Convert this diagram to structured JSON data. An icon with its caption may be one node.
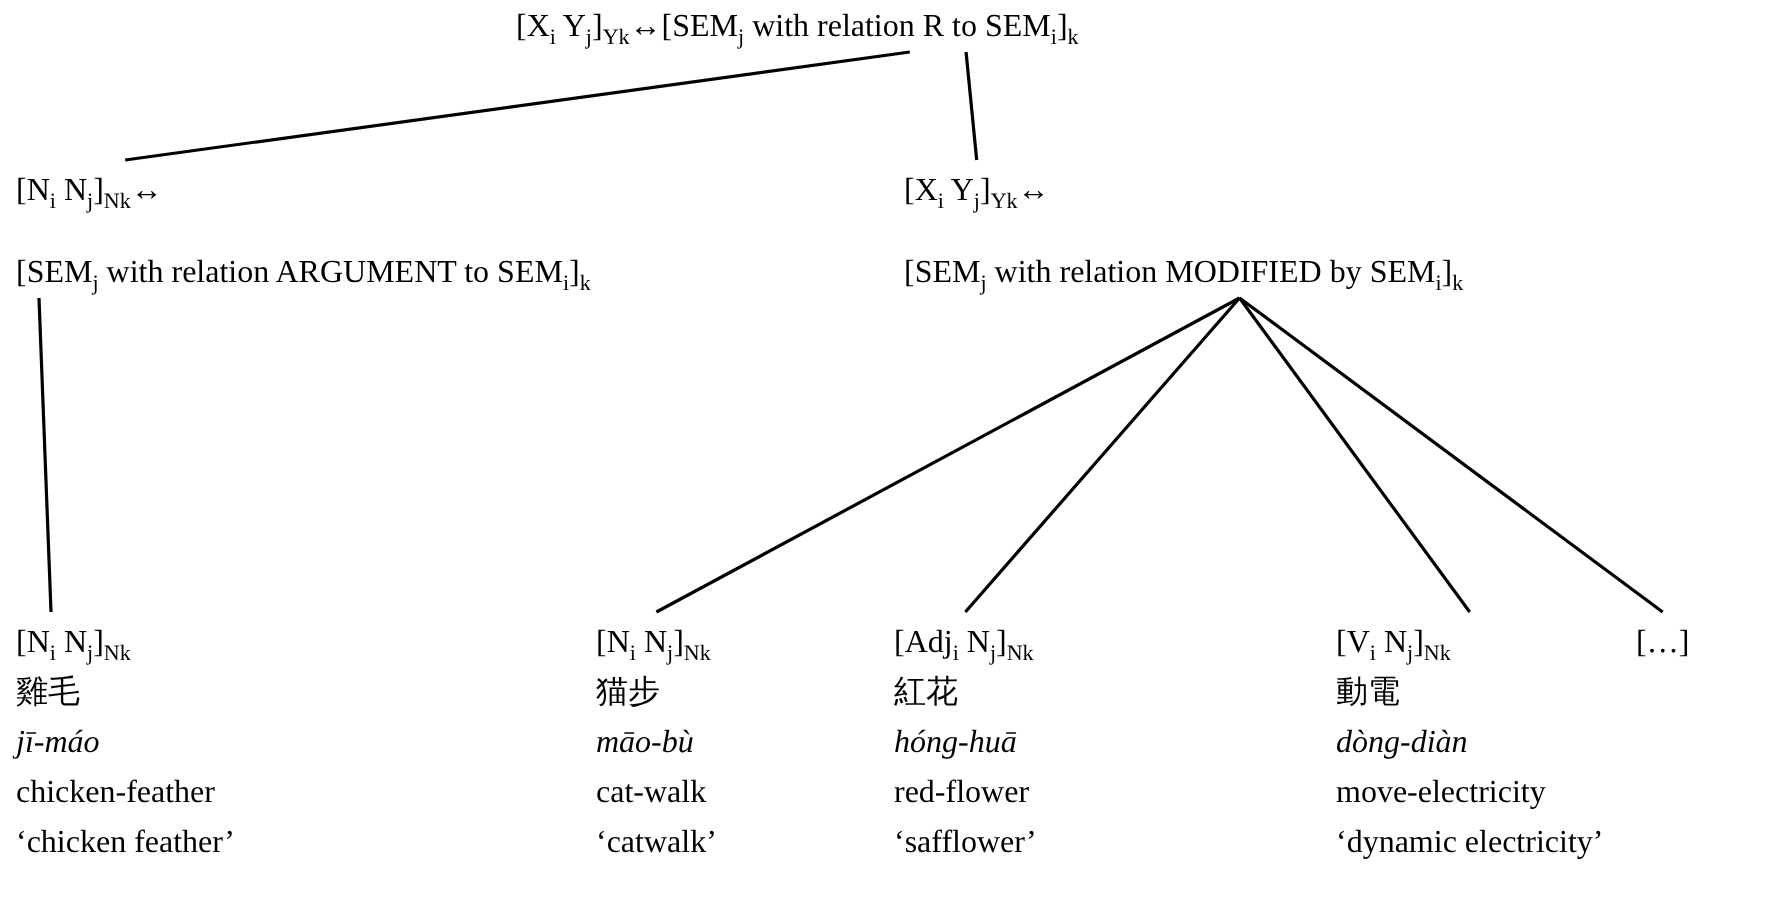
{
  "diagram": {
    "nodes": [
      {
        "text": [
          "[X$_{i}$ Y$_{j}$]$_{Yk}$↔[SEM$_{j}$ with relation R to SEM$_{i}$]$_{k}$"
        ]
      },
      {
        "text": [
          "[N$_{i}$ N$_{j}$]$_{Nk}$↔",
          "[SEM$_{j}$ with relation ARGUMENT to SEM$_{i}$]$_{k}$"
        ]
      },
      {
        "text": [
          "[X$_{i}$ Y$_{j}$]$_{Yk}$↔",
          "[SEM$_{j}$ with relation MODIFIED by SEM$_{i}$]$_{k}$"
        ]
      },
      {
        "text": [
          "[N$_{i}$ N$_{j}$]$_{Nk}$",
          "雞毛",
          "jī-máo",
          "chicken-feather",
          "‘chicken feather’"
        ]
      },
      {
        "text": [
          "[N$_{i}$ N$_{j}$]$_{Nk}$",
          "猫步",
          "māo-bù",
          "cat-walk",
          "‘catwalk’"
        ]
      },
      {
        "text": [
          "[Adj$_{i}$ N$_{j}$]$_{Nk}$",
          "紅花",
          "hóng-huā",
          "red-flower",
          "‘safflower’"
        ]
      },
      {
        "text": [
          "[V$_{i}$ N$_{j}$]$_{Nk}$",
          "動電",
          "dòng-diàn",
          "move-electricity",
          "‘dynamic electricity’"
        ]
      },
      {
        "text": [
          "[…]"
        ]
      }
    ],
    "edges": [
      {
        "from": 0,
        "to": 1,
        "arrow": "none"
      },
      {
        "from": 0,
        "to": 2,
        "arrow": "none"
      },
      {
        "from": 1,
        "to": 3,
        "arrow": "none"
      },
      {
        "from": 2,
        "to": 4,
        "arrow": "none"
      },
      {
        "from": 2,
        "to": 5,
        "arrow": "none"
      },
      {
        "from": 2,
        "to": 6,
        "arrow": "none"
      },
      {
        "from": 2,
        "to": 7,
        "arrow": "none"
      }
    ]
  }
}
